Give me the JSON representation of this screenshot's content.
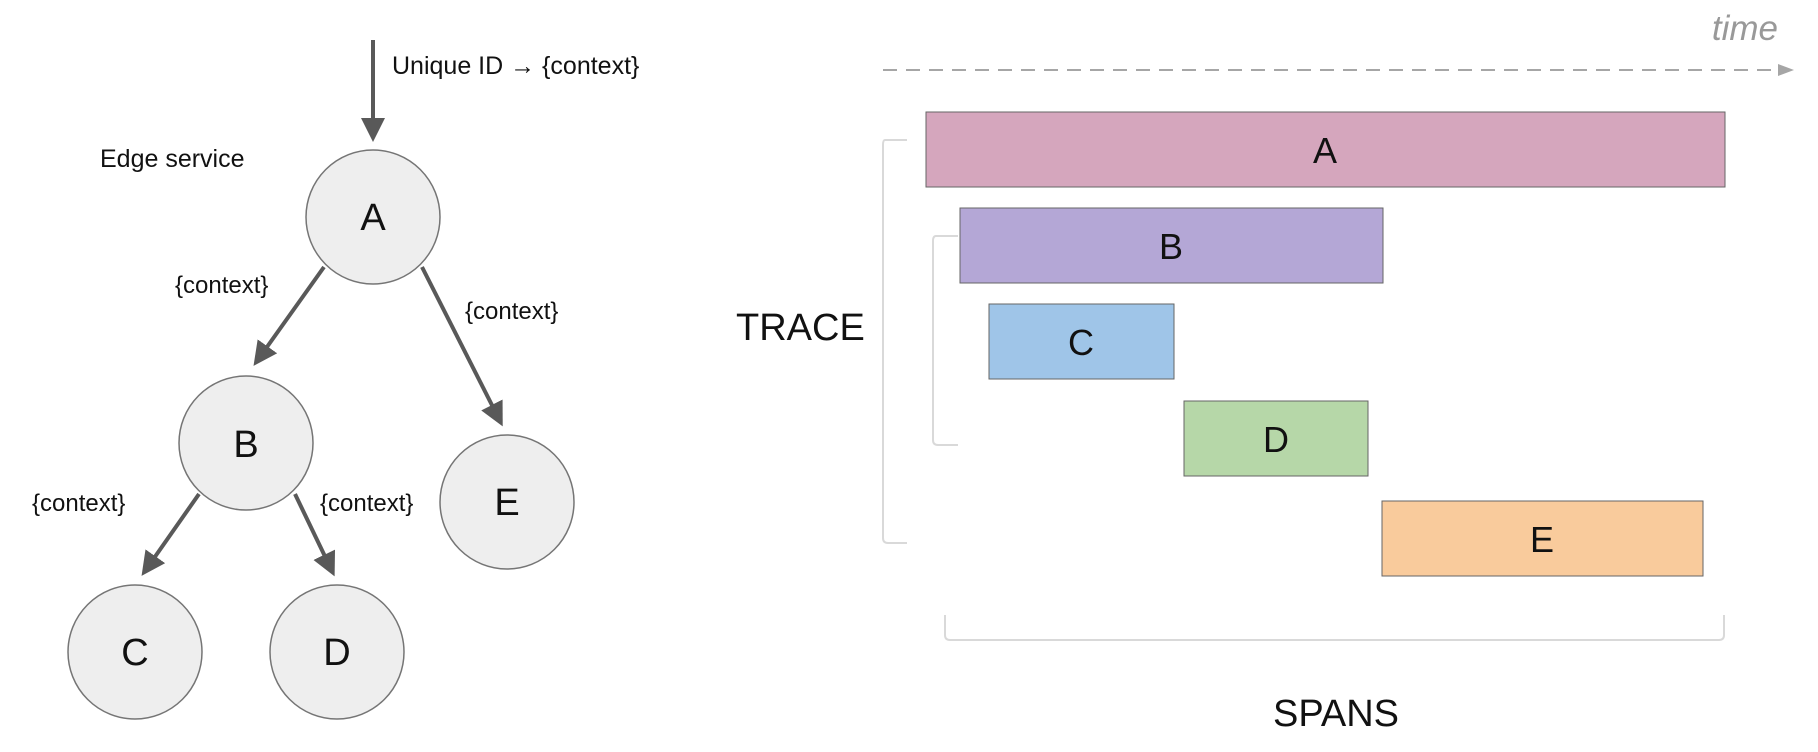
{
  "tree": {
    "incoming_label": "Unique ID → {context}",
    "edge_service_label": "Edge service",
    "nodes": [
      {
        "id": "A"
      },
      {
        "id": "B"
      },
      {
        "id": "C"
      },
      {
        "id": "D"
      },
      {
        "id": "E"
      }
    ],
    "edge_labels": {
      "a_b": "{context}",
      "a_e": "{context}",
      "b_c": "{context}",
      "b_d": "{context}"
    }
  },
  "timeline": {
    "time_label": "time",
    "trace_label": "TRACE",
    "spans_label": "SPANS",
    "spans": [
      {
        "id": "A",
        "color": "#d5a6bd"
      },
      {
        "id": "B",
        "color": "#b4a7d6"
      },
      {
        "id": "C",
        "color": "#9fc5e8"
      },
      {
        "id": "D",
        "color": "#b6d7a8"
      },
      {
        "id": "E",
        "color": "#f9cb9c"
      }
    ]
  },
  "colors": {
    "node_fill": "#eeeeee",
    "arrow": "#595959",
    "bracket": "#d9d9d9",
    "time_axis": "#a6a6a6"
  }
}
